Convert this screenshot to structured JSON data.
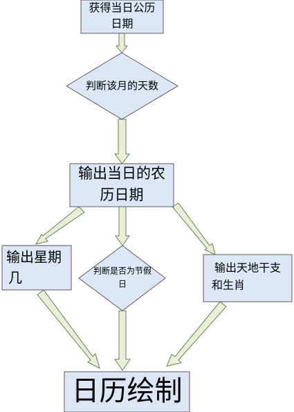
{
  "nodes": {
    "get_solar_date": {
      "line1": "获得当日公历",
      "line2": "日期"
    },
    "judge_month_days": {
      "text": "判断该月的天数"
    },
    "output_lunar_date": {
      "line1": "输出当日的农",
      "line2": "历日期"
    },
    "output_weekday": {
      "line1": "输出星期",
      "line2": "几"
    },
    "judge_holiday": {
      "line1": "判断是否为节假",
      "line2": "日"
    },
    "output_ganzhi_zodiac": {
      "line1": "输出天地干支",
      "line2": "和生肖"
    },
    "calendar_drawing": {
      "text": "日历绘制"
    }
  },
  "colors": {
    "box_fill": "#dce6f5",
    "box_stroke": "#5a5a5a",
    "arrow_fill": "#e7efd8",
    "arrow_stroke": "#6b7d4e"
  }
}
